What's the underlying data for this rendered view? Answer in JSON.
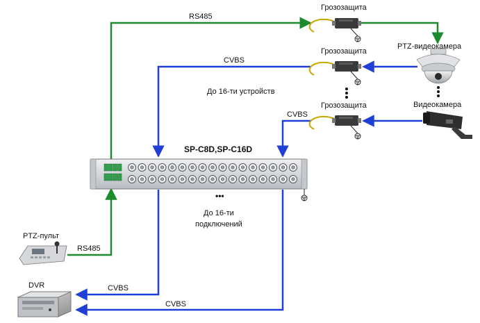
{
  "labels": {
    "surge_1": "Грозозащита",
    "surge_2": "Грозозащита",
    "surge_3": "Грозозащита",
    "ptz_camera": "PTZ-видеокамера",
    "camera": "Видеокамера",
    "rs485_top": "RS485",
    "cvbs_top": "CVBS",
    "cvbs_mid": "CVBS",
    "up_to_16_devices": "До 16-ти устройств",
    "device_model": "SP-C8D,SP-C16D",
    "ellipsis": "•••",
    "up_to_16_line1": "До 16-ти",
    "up_to_16_line2": "подключений",
    "ptz_console": "PTZ-пульт",
    "rs485_bottom": "RS485",
    "dvr": "DVR",
    "cvbs_dvr_1": "CVBS",
    "cvbs_dvr_2": "CVBS"
  },
  "colors": {
    "rs485_line": "#1e8a2e",
    "cvbs_line": "#1f3fd6",
    "ground_wire": "#c9a800",
    "protector_body": "#3a3a3a",
    "panel_body": "#d9dce0"
  },
  "icons": [
    "surge-protector-icon",
    "ground-icon",
    "ptz-dome-camera-icon",
    "bullet-camera-icon",
    "ptz-keyboard-icon",
    "dvr-recorder-icon",
    "bnc-connector-icon",
    "terminal-block-icon"
  ]
}
